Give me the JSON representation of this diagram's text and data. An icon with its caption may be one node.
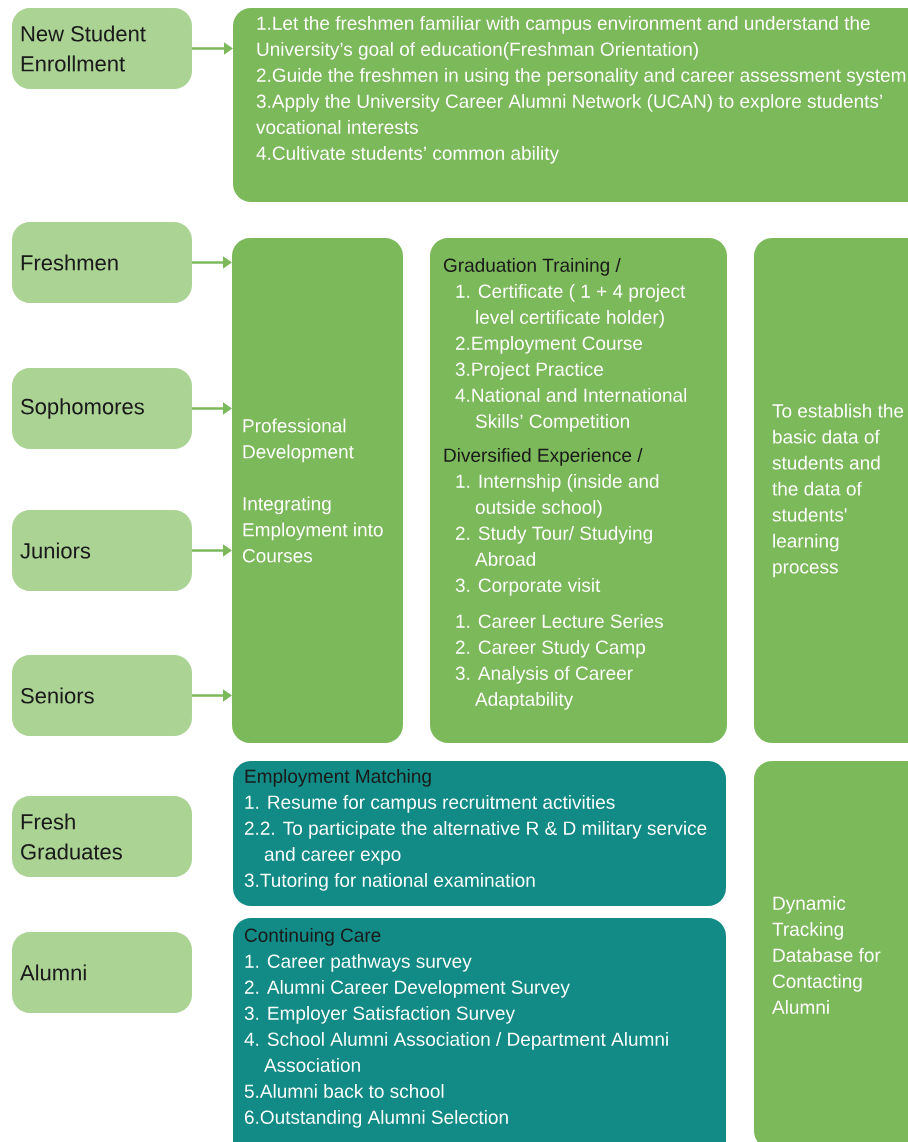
{
  "diagram": {
    "nodes": [
      {
        "text": [
          "New Student Enrollment"
        ]
      },
      {
        "text": [
          "1.Let the freshmen familiar with campus environment and understand the University’s goal of education(Freshman Orientation)",
          "2.Guide the freshmen in using the personality and career assessment system",
          "3.Apply the University Career Alumni Network (UCAN) to explore students’ vocational interests",
          "4.Cultivate students’ common ability"
        ]
      },
      {
        "text": [
          "Freshmen"
        ]
      },
      {
        "text": [
          "Sophomores"
        ]
      },
      {
        "text": [
          "Juniors"
        ]
      },
      {
        "text": [
          "Seniors"
        ]
      },
      {
        "text": [
          "Professional Development",
          "Integrating Employment into Courses"
        ]
      },
      {
        "text": [
          "Graduation Training /",
          "1. Certificate ( 1 + 4 project level certificate holder)",
          "2.Employment Course",
          "3.Project Practice",
          "4.National and International Skills’ Competition",
          "Diversified Experience /",
          "1. Internship (inside and outside school)",
          "2. Study Tour/ Studying Abroad",
          "3. Corporate visit",
          "1. Career Lecture Series",
          "2. Career Study Camp",
          "3. Analysis of Career Adaptability"
        ]
      },
      {
        "text": [
          "To establish the basic data of students and the data of students' learning process"
        ]
      },
      {
        "text": [
          "Fresh Graduates"
        ]
      },
      {
        "text": [
          "Employment Matching",
          "1. Resume for campus recruitment activities",
          "2.2. To participate the alternative R & D military service and career expo",
          "3.Tutoring for national examination"
        ]
      },
      {
        "text": [
          "Alumni"
        ]
      },
      {
        "text": [
          "Continuing Care",
          "1. Career pathways survey",
          "2. Alumni Career Development Survey",
          "3. Employer Satisfaction Survey",
          "4. School Alumni Association / Department Alumni Association",
          "5.Alumni back to school",
          "6.Outstanding Alumni Selection"
        ]
      },
      {
        "text": [
          "Dynamic Tracking Database for Contacting Alumni"
        ]
      }
    ],
    "edges": [
      {
        "from": 0,
        "to": 1,
        "arrow": "to"
      },
      {
        "from": 2,
        "to": 6,
        "arrow": "to"
      },
      {
        "from": 3,
        "to": 6,
        "arrow": "to"
      },
      {
        "from": 4,
        "to": 6,
        "arrow": "to"
      },
      {
        "from": 5,
        "to": 6,
        "arrow": "to"
      }
    ]
  }
}
